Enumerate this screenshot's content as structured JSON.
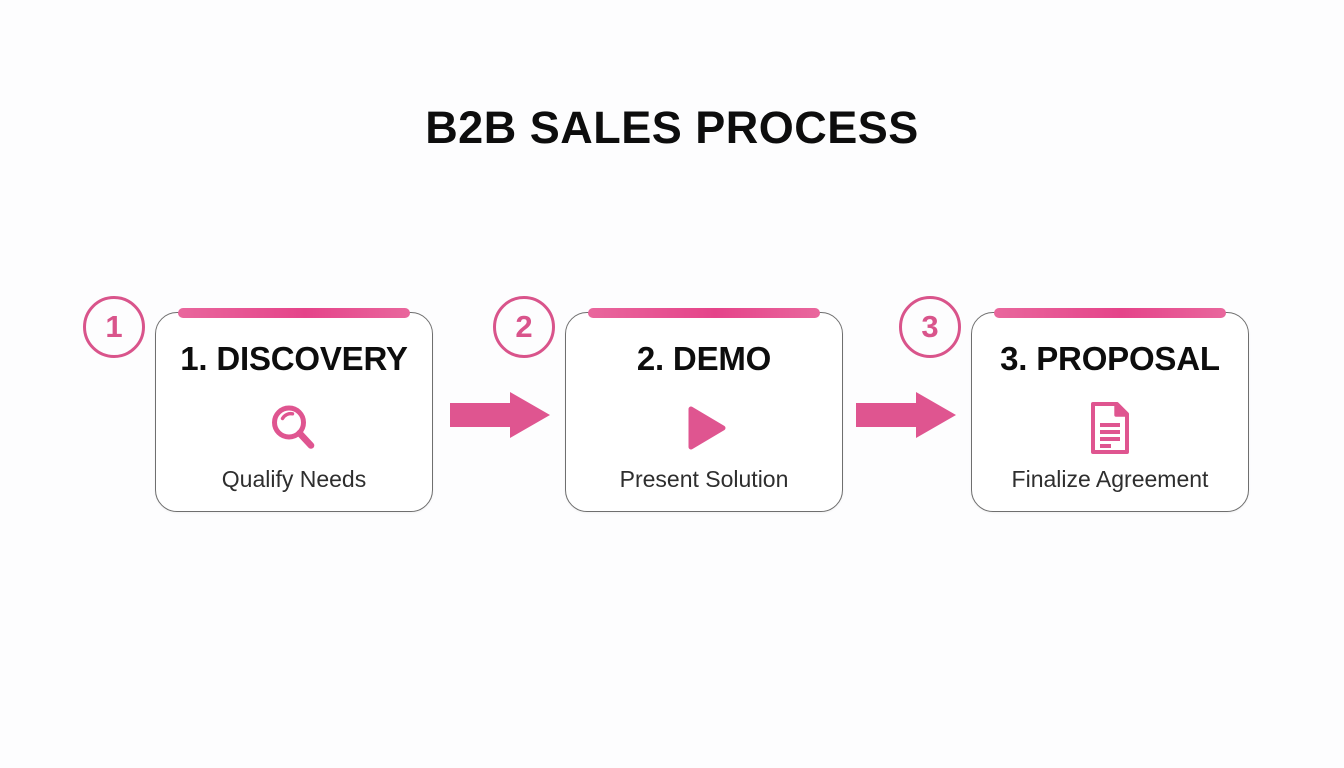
{
  "slide": {
    "title": "B2B SALES PROCESS",
    "background_color": "#fdfdfe",
    "accent_color": "#e5448a",
    "badge_color": "#d9548b",
    "title_color": "#0d0d0d",
    "caption_color": "#2e2e2e"
  },
  "steps": [
    {
      "badge": "1",
      "title": "1. DISCOVERY",
      "caption": "Qualify Needs",
      "icon": "magnifier-icon"
    },
    {
      "badge": "2",
      "title": "2. DEMO",
      "caption": "Present Solution",
      "icon": "play-icon"
    },
    {
      "badge": "3",
      "title": "3. PROPOSAL",
      "caption": "Finalize Agreement",
      "icon": "document-icon"
    }
  ],
  "connectors": [
    {
      "name": "arrow-right-icon"
    },
    {
      "name": "arrow-right-icon"
    }
  ]
}
